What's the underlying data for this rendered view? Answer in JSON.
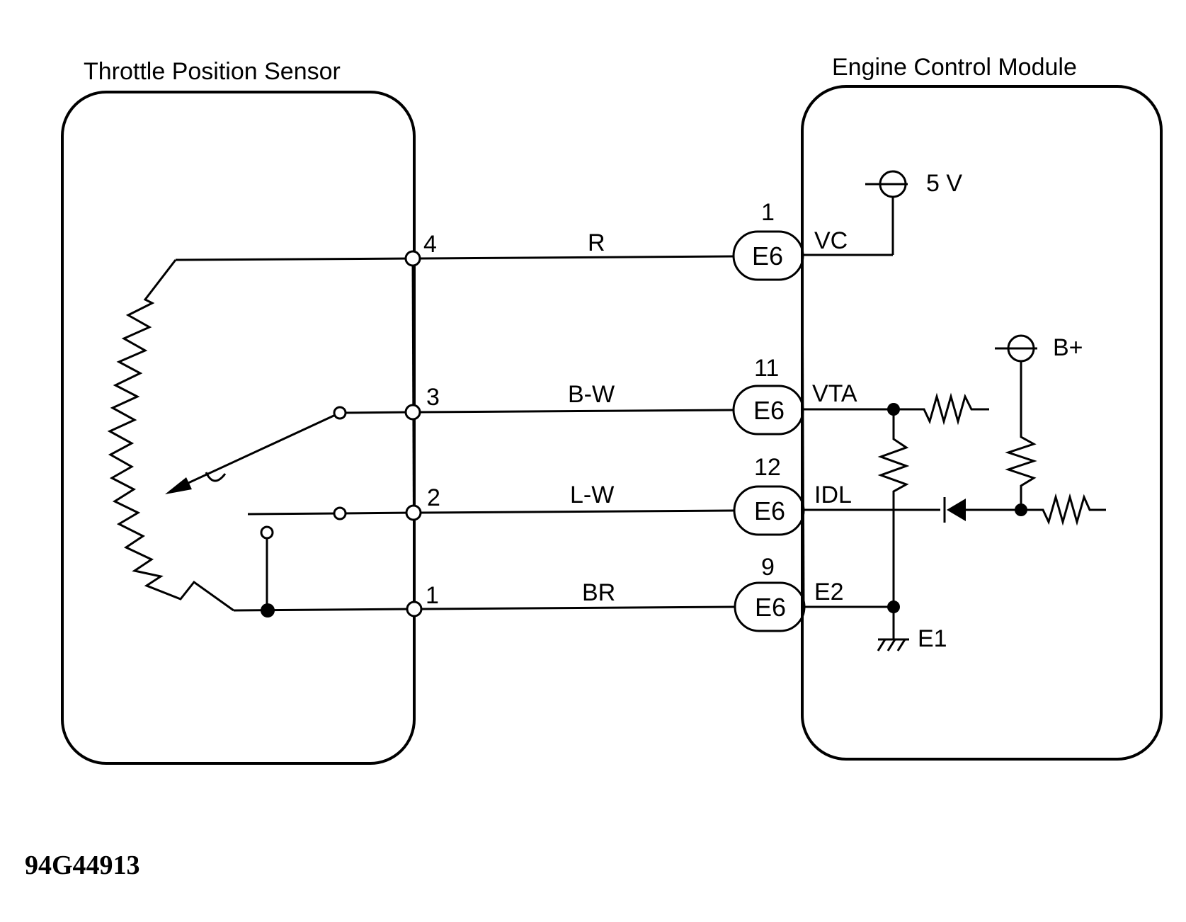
{
  "tps": {
    "title": "Throttle Position Sensor",
    "pins": [
      "4",
      "3",
      "2",
      "1"
    ]
  },
  "ecm": {
    "title": "Engine Control Module",
    "supply": "5 V",
    "battery": "B+",
    "ground": "E1",
    "terminals": [
      "VC",
      "VTA",
      "IDL",
      "E2"
    ]
  },
  "wires": [
    {
      "color": "R",
      "pin_num": "1",
      "connector": "E6"
    },
    {
      "color": "B-W",
      "pin_num": "11",
      "connector": "E6"
    },
    {
      "color": "L-W",
      "pin_num": "12",
      "connector": "E6"
    },
    {
      "color": "BR",
      "pin_num": "9",
      "connector": "E6"
    }
  ],
  "figure_id": "94G44913"
}
